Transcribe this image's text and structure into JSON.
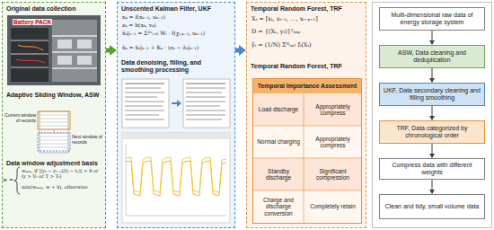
{
  "diagram": {
    "nodes": [
      {
        "text": [
          "Original data collection",
          "Adaptive Sliding Window, ASW",
          "Data window adjustment basis"
        ]
      },
      {
        "text": [
          "Unscented Kalman Filter, UKF",
          "Data denoising, filling, and smoothing processing"
        ]
      },
      {
        "text": [
          "Temporal Random Forest, TRF",
          "Temporal Random Forest, TRF"
        ]
      },
      {
        "text": [
          "Temporal Importance Assessment"
        ],
        "in": 2
      },
      {
        "text": [
          "Multi-dimensional raw data of energy storage system"
        ]
      },
      {
        "text": [
          "ASW, Data cleaning and deduplication"
        ]
      },
      {
        "text": [
          "UKF, Data secondary cleaning and filling smoothing"
        ]
      },
      {
        "text": [
          "TRF, Data categorized by chronological order"
        ]
      },
      {
        "text": [
          "Compress data with different weights"
        ]
      },
      {
        "text": [
          "Clean and tidy, small volume data"
        ]
      }
    ],
    "edges": [
      {
        "from": 0,
        "to": 1,
        "arrow": "to"
      },
      {
        "from": 1,
        "to": 2,
        "arrow": "to"
      },
      {
        "from": 4,
        "to": 5,
        "arrow": "to"
      },
      {
        "from": 5,
        "to": 6,
        "arrow": "to"
      },
      {
        "from": 6,
        "to": 7,
        "arrow": "to"
      },
      {
        "from": 7,
        "to": 8,
        "arrow": "to"
      },
      {
        "from": 8,
        "to": 9,
        "arrow": "to"
      }
    ],
    "labels": [
      "Battery PACK",
      "Current window of records",
      "Next window of records",
      "w =",
      "wₘᵢₙ, if |(yₜ − yₜ₋₁)/(t − t₁)| > θ or (y > Vₜ or T > Tₜ)",
      "min(wₘₐₓ, w + k), otherwise",
      "xₖ = f(xₖ₋₁, uₖ₋₁)",
      "zₖ = h(xₖ, vₖ)",
      "x̂ₖ|ₖ₋₁ = Σ²ⁿᵢ₌₀ Wᵢ · f(χᵢ,ₖ₋₁, uₖ₋₁)",
      "x̂ₖ = x̂ₖ|ₖ₋₁ + Kₖ · (zₖ − ẑₖ|ₖ₋₁)",
      "Xₜ = [xₜ, xₜ₋₁, …, xₜ₋ₚ₊₁]",
      "D = {(Xₜ, yₜ)}ᵀₜ₌ₚ",
      "ŷₜ = (1/N) Σᴺᵢ₌₁ fᵢ(Xₜ)",
      "Load discharge",
      "Appropriately compress",
      "Normal charging",
      "Appropriately compress",
      "Standby discharge",
      "Significant compression",
      "Charge and discharge conversion",
      "Completely retain"
    ]
  }
}
